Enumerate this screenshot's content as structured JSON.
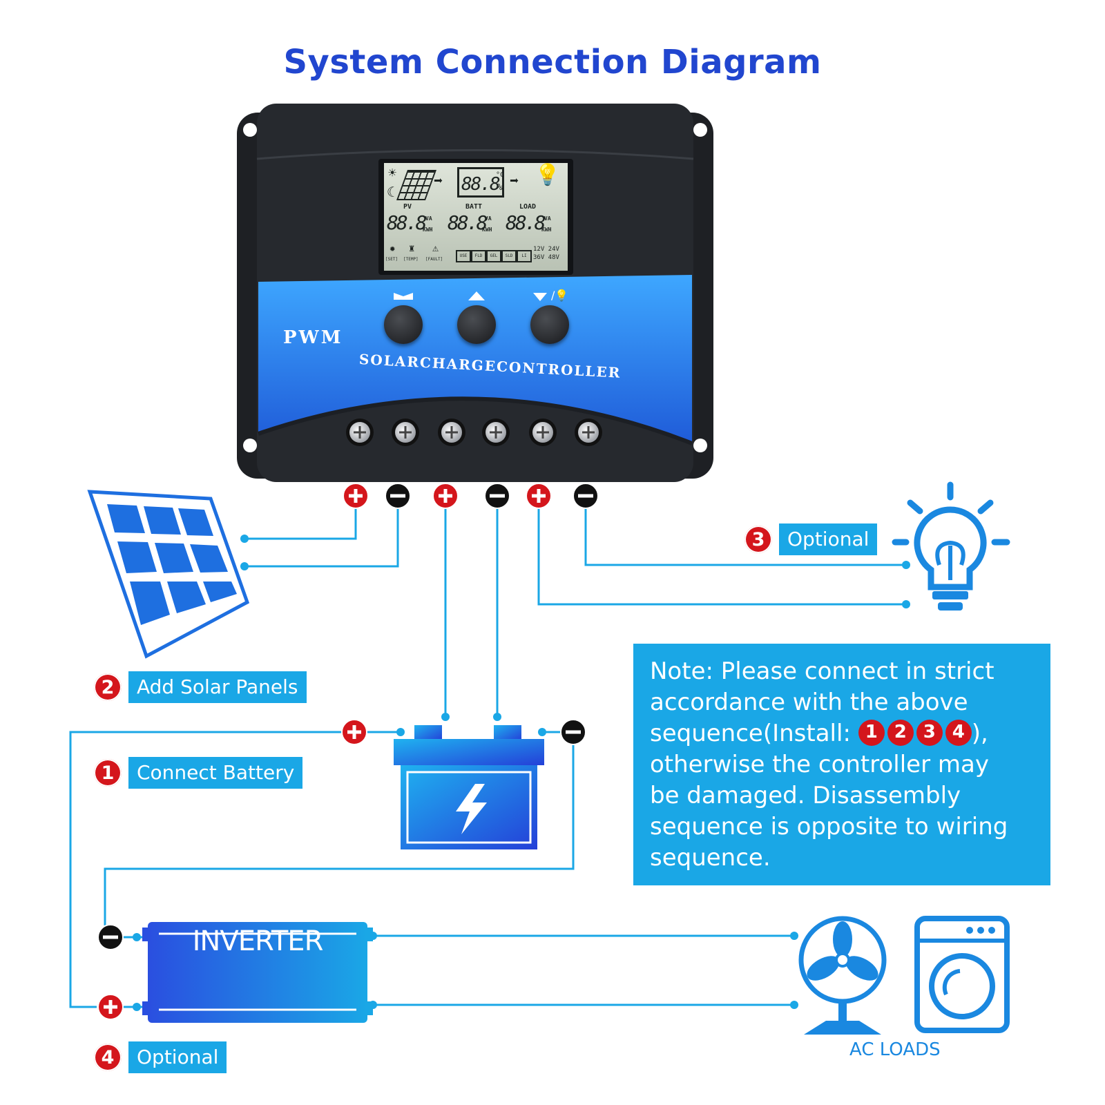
{
  "title": "System Connection Diagram",
  "controller": {
    "brand": "PWM",
    "name": "SOLARCHARGECONTROLLER",
    "lcd": {
      "center_value": "88.8",
      "center_unit_c": "°C",
      "center_unit_pct": "%",
      "pv_label": "PV",
      "batt_label": "BATT",
      "load_label": "LOAD",
      "value": "88.8",
      "unit_va": "VA",
      "unit_kwh": "KWH",
      "set": "[SET]",
      "temp": "[TEMP]",
      "fault": "[FAULT]",
      "modes": [
        "USE",
        "FLD",
        "GEL",
        "SLD",
        "LI"
      ],
      "voltages_top": "12V 24V",
      "voltages_bottom": "36V 48V"
    },
    "buttons": [
      "menu",
      "up",
      "down/load"
    ]
  },
  "steps": {
    "battery": {
      "num": "1",
      "label": "Connect Battery"
    },
    "solar": {
      "num": "2",
      "label": "Add Solar Panels"
    },
    "load": {
      "num": "3",
      "label": "Optional"
    },
    "inverter": {
      "num": "4",
      "label": "Optional"
    }
  },
  "terminal_signs": [
    "+",
    "−",
    "+",
    "−",
    "+",
    "−"
  ],
  "inverter_label": "INVERTER",
  "ac_loads_label": "AC LOADS",
  "note": {
    "line1": "Note: Please connect in strict",
    "line2": "accordance with the above",
    "line3_pre": "sequence(Install:",
    "sequence": [
      "1",
      "2",
      "3",
      "4"
    ],
    "line3_post": "),",
    "line4": "otherwise the controller may",
    "line5": "be damaged. Disassembly",
    "line6": "sequence is opposite to wiring",
    "line7": "sequence."
  },
  "colors": {
    "title": "#2146cf",
    "wire": "#1aa7e6",
    "label_bg": "#1aa7e6",
    "positive": "#d4161c",
    "negative": "#111111",
    "controller_body": "#26292e",
    "controller_panel": "#2f8ff0"
  },
  "icons": [
    "solar-panel-icon",
    "battery-icon",
    "light-bulb-icon",
    "fan-icon",
    "washing-machine-icon",
    "inverter-icon"
  ]
}
